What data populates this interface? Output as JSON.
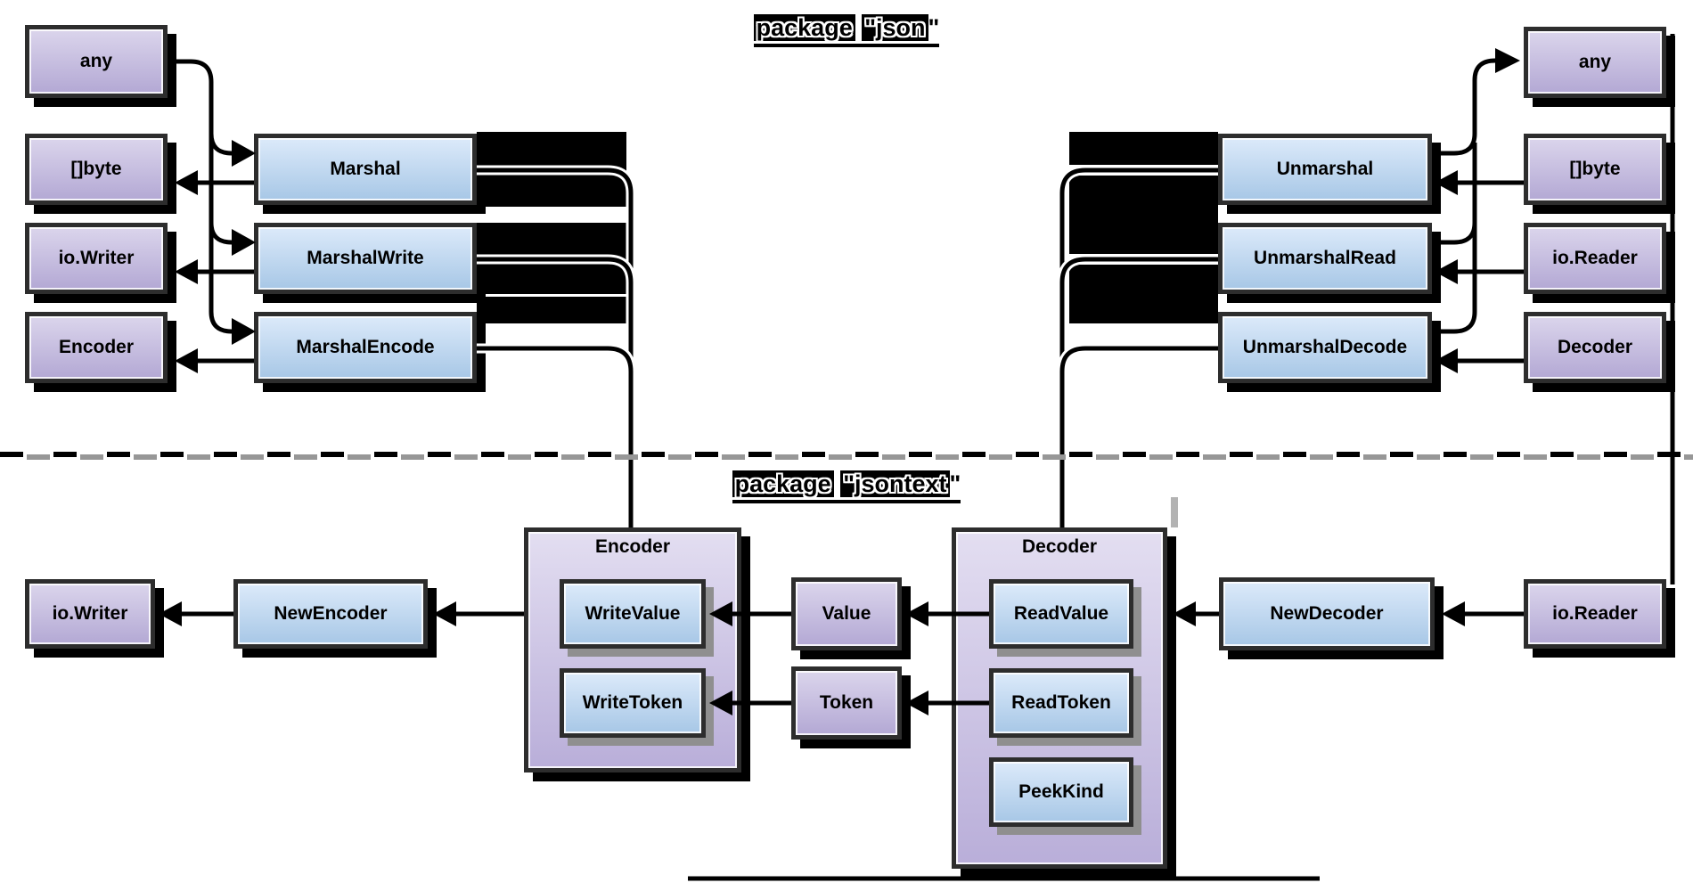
{
  "titles": {
    "json": {
      "highlight1": "package",
      "highlight2": "\"json",
      "tail": "\""
    },
    "jsontext": {
      "highlight1": "package",
      "highlight2": "\"jsontext",
      "tail": "\""
    }
  },
  "json_layer": {
    "left_types": [
      "any",
      "[]byte",
      "io.Writer",
      "Encoder"
    ],
    "marshal_functions": [
      "Marshal",
      "MarshalWrite",
      "MarshalEncode"
    ],
    "unmarshal_functions": [
      "Unmarshal",
      "UnmarshalRead",
      "UnmarshalDecode"
    ],
    "right_types": [
      "any",
      "[]byte",
      "io.Reader",
      "Decoder"
    ]
  },
  "jsontext_layer": {
    "encoder_struct": {
      "title": "Encoder",
      "methods": [
        "WriteValue",
        "WriteToken"
      ]
    },
    "decoder_struct": {
      "title": "Decoder",
      "methods": [
        "ReadValue",
        "ReadToken",
        "PeekKind"
      ]
    },
    "value_types": [
      "Value",
      "Token"
    ],
    "writer_type": "io.Writer",
    "reader_type": "io.Reader",
    "constructors": [
      "NewEncoder",
      "NewDecoder"
    ]
  },
  "colors": {
    "type_box_top": "#dbd5ec",
    "type_box_bottom": "#b3a8d4",
    "func_box_top": "#dceafa",
    "func_box_bottom": "#a7c7e6",
    "struct_box_top": "#e3def1",
    "struct_box_bottom": "#b9aed9",
    "border": "#2d2d2d",
    "shadow": "#000000",
    "method_shadow": "#8f8f8f",
    "line": "#000000",
    "line_casing": "#ffffff",
    "dash_dark": "#000000",
    "dash_gray": "#979797",
    "redacted_block": "#000000",
    "gray_stub": "#b3b3b3"
  }
}
